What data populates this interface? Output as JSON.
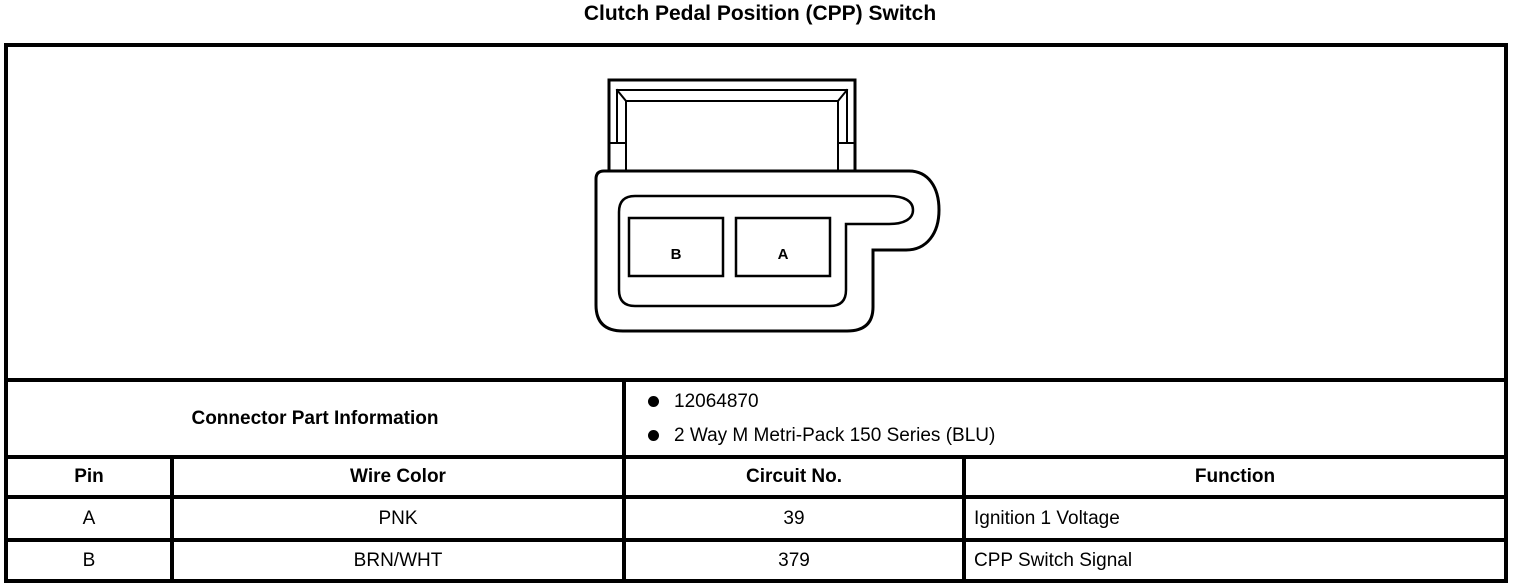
{
  "title": "Clutch Pedal Position (CPP) Switch",
  "diagram": {
    "name": "connector-end-view",
    "pin_labels": {
      "left": "B",
      "right": "A"
    }
  },
  "connector_info": {
    "label": "Connector Part Information",
    "bullets": [
      "12064870",
      "2 Way M Metri-Pack 150 Series (BLU)"
    ]
  },
  "pin_table": {
    "headers": [
      "Pin",
      "Wire Color",
      "Circuit No.",
      "Function"
    ],
    "rows": [
      {
        "pin": "A",
        "wire_color": "PNK",
        "circuit_no": "39",
        "function": "Ignition 1 Voltage"
      },
      {
        "pin": "B",
        "wire_color": "BRN/WHT",
        "circuit_no": "379",
        "function": "CPP Switch Signal"
      }
    ]
  },
  "colors": {
    "line": "#000000",
    "background": "#ffffff"
  }
}
